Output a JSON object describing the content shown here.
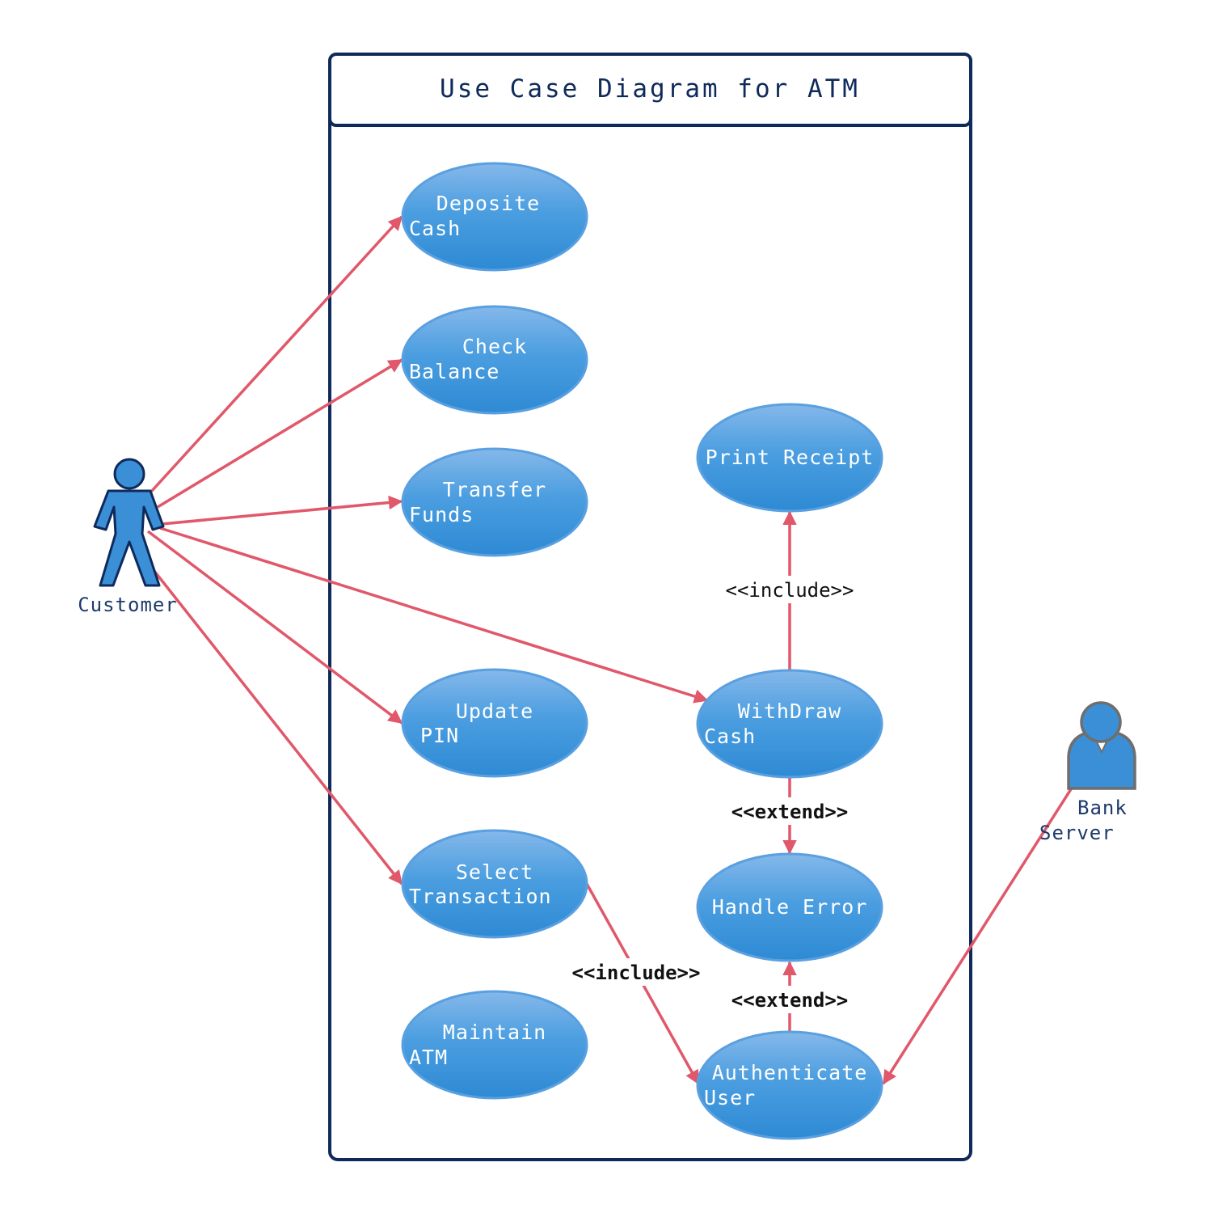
{
  "system": {
    "title": "Use Case Diagram for ATM"
  },
  "actors": {
    "customer": {
      "label": "Customer"
    },
    "bank_server": {
      "line1": "Bank",
      "line2": "Server"
    }
  },
  "use_cases": {
    "deposit_cash": {
      "line1": "Deposite",
      "line2": "Cash"
    },
    "check_balance": {
      "line1": "Check",
      "line2": "Balance"
    },
    "transfer_funds": {
      "line1": "Transfer",
      "line2": "Funds"
    },
    "update_pin": {
      "line1": "Update",
      "line2": "PIN"
    },
    "select_transaction": {
      "line1": "Select",
      "line2": "Transaction"
    },
    "maintain_atm": {
      "line1": "Maintain",
      "line2": "ATM"
    },
    "print_receipt": {
      "line1": "Print Receipt"
    },
    "withdraw_cash": {
      "line1": "WithDraw",
      "line2": "Cash"
    },
    "handle_error": {
      "line1": "Handle Error"
    },
    "authenticate_user": {
      "line1": "Authenticate",
      "line2": "User"
    }
  },
  "relations": {
    "include_receipt": "<<include>>",
    "extend_withdraw": "<<extend>>",
    "include_auth": "<<include>>",
    "extend_auth": "<<extend>>"
  },
  "colors": {
    "ellipse_top": "#85b8ea",
    "ellipse_bottom": "#2e8ad4",
    "ellipse_stroke": "#5aa0e0",
    "connector": "#e0586a",
    "boundary": "#0f2a5a",
    "actor_fill": "#3a8fd6"
  }
}
